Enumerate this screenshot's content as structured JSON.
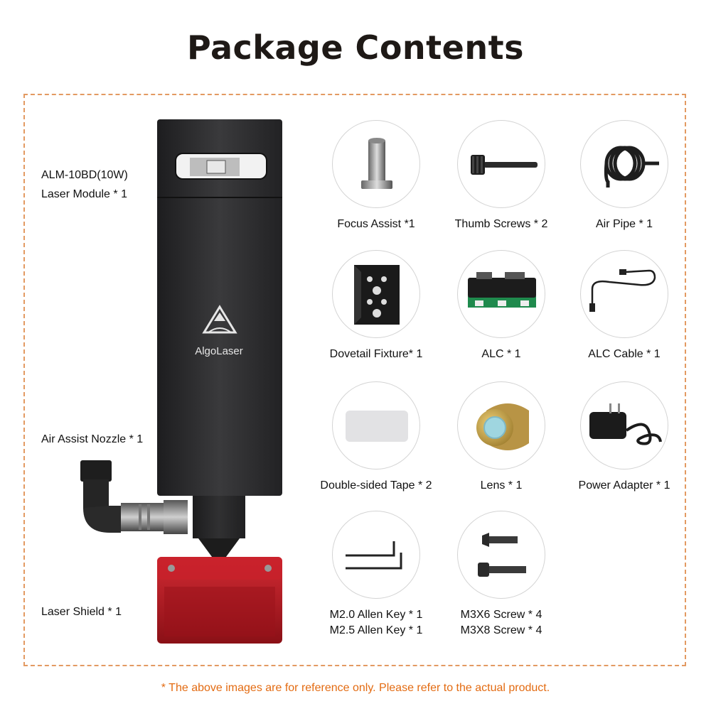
{
  "title": "Package Contents",
  "left_labels": {
    "module_line1": "ALM-10BD(10W)",
    "module_line2": "Laser Module * 1",
    "nozzle": "Air Assist Nozzle * 1",
    "shield": "Laser Shield * 1"
  },
  "brand": "AlgoLaser",
  "items": [
    {
      "label": "Focus Assist *1",
      "icon": "focus-assist-icon"
    },
    {
      "label": "Thumb Screws * 2",
      "icon": "thumb-screw-icon"
    },
    {
      "label": "Air Pipe * 1",
      "icon": "air-pipe-icon"
    },
    {
      "label": "Dovetail Fixture* 1",
      "icon": "dovetail-fixture-icon"
    },
    {
      "label": "ALC * 1",
      "icon": "alc-board-icon"
    },
    {
      "label": "ALC Cable * 1",
      "icon": "alc-cable-icon"
    },
    {
      "label": "Double-sided Tape  * 2",
      "icon": "tape-icon"
    },
    {
      "label": "Lens * 1",
      "icon": "lens-icon"
    },
    {
      "label": "Power Adapter * 1",
      "icon": "power-adapter-icon"
    },
    {
      "label1": "M2.0 Allen Key * 1",
      "label2": "M2.5 Allen Key * 1",
      "icon": "allen-key-icon"
    },
    {
      "label1": "M3X6 Screw * 4",
      "label2": "M3X8 Screw * 4",
      "icon": "screw-icon"
    }
  ],
  "footnote": "* The above images are for reference only. Please refer to the actual product.",
  "colors": {
    "accent": "#e36b12",
    "border": "#e39a62",
    "module": "#2b2b2d",
    "shield": "#b01822"
  }
}
